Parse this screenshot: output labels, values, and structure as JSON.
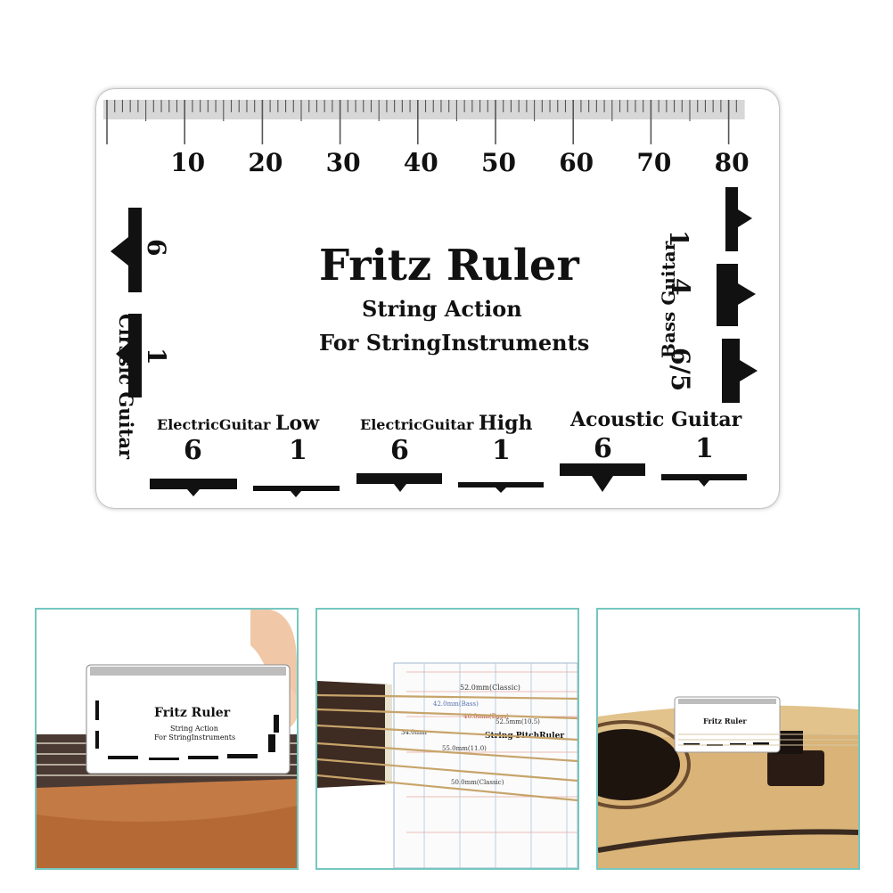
{
  "product": {
    "title": "Fritz Ruler",
    "subtitle_line1": "String Action",
    "subtitle_line2": "For StringInstruments"
  },
  "scale": {
    "labels": [
      "10",
      "20",
      "30",
      "40",
      "50",
      "60",
      "70",
      "80"
    ]
  },
  "classic_side": {
    "label": "Clrssic  Guitar",
    "gauge_6": "6",
    "gauge_1": "1"
  },
  "bass_side": {
    "label": "Bass Guitar",
    "gauge_1": "1",
    "gauge_4": "4",
    "gauge_65": "6/5"
  },
  "bottom_gauges": {
    "electric_low_label_a": "ElectricGuitar",
    "electric_low_label_b": "Low",
    "electric_high_label_a": "ElectricGuitar",
    "electric_high_label_b": "High",
    "acoustic_label": "Acoustic  Guitar",
    "n6": "6",
    "n1": "1"
  },
  "photo2": {
    "line_classic": "52.0mm(Classic)",
    "line_bass": "42.0mm(Bass)",
    "line_105": "40.0mm(Bass)",
    "line_525": "52.5mm(10.5)",
    "pitch_label": "String PitchRuler",
    "line_110": "55.0mm(11.0)",
    "line_width": "34.0mm",
    "line_bot": "50.0mm(Classic)"
  },
  "colors": {
    "frame": "#76c6c0",
    "wood": "#c9854c"
  }
}
